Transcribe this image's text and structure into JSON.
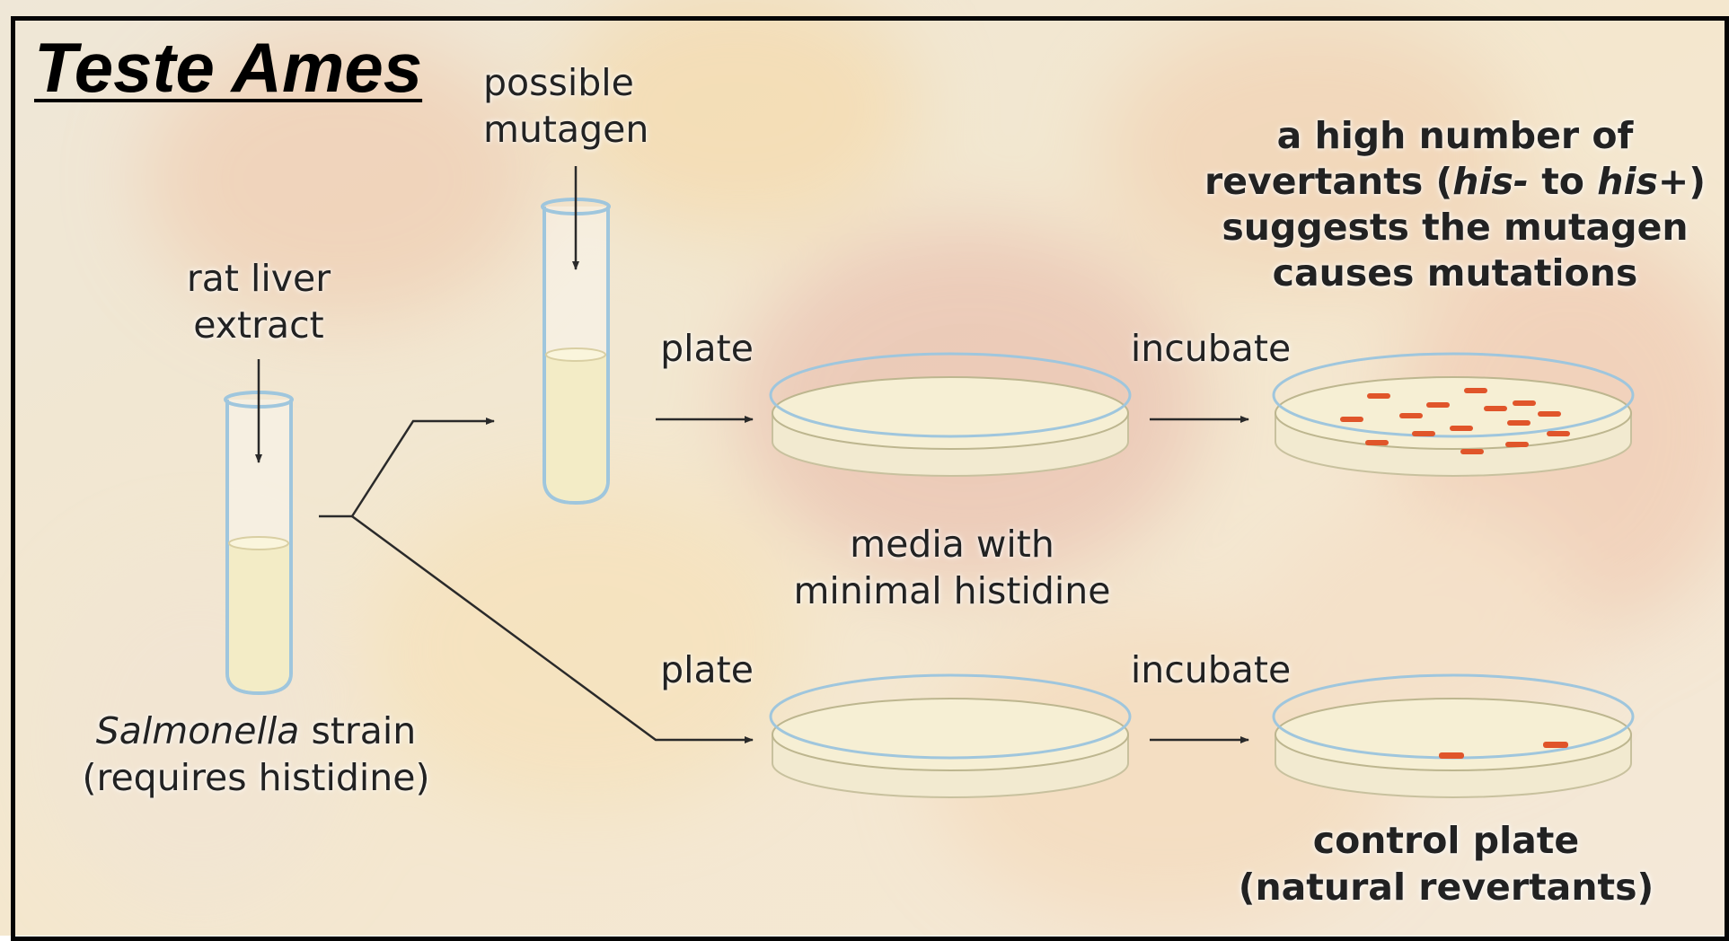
{
  "title": "Teste Ames",
  "labels": {
    "possible_mutagen": [
      "possible",
      "mutagen"
    ],
    "rat_liver_extract": [
      "rat liver",
      "extract"
    ],
    "salmonella": {
      "italic": "Salmonella",
      "rest": " strain",
      "line2": "(requires histidine)"
    },
    "plate_top": "plate",
    "plate_bottom": "plate",
    "incubate_top": "incubate",
    "incubate_bottom": "incubate",
    "media": [
      "media with",
      "minimal histidine"
    ],
    "revertants": {
      "line1": "a high number of",
      "line2a": "revertants (",
      "his_minus": "his-",
      "to": " to ",
      "his_plus": "his+",
      "line2b": ")",
      "line3": "suggests the mutagen",
      "line4": "causes mutations"
    },
    "control": [
      "control plate",
      "(natural revertants)"
    ]
  },
  "colors": {
    "frame": "#050505",
    "agar": "#f6efd4",
    "colony": "#e0552a",
    "glass": "#9fc6dd",
    "liquid": "#f3ecc6"
  }
}
